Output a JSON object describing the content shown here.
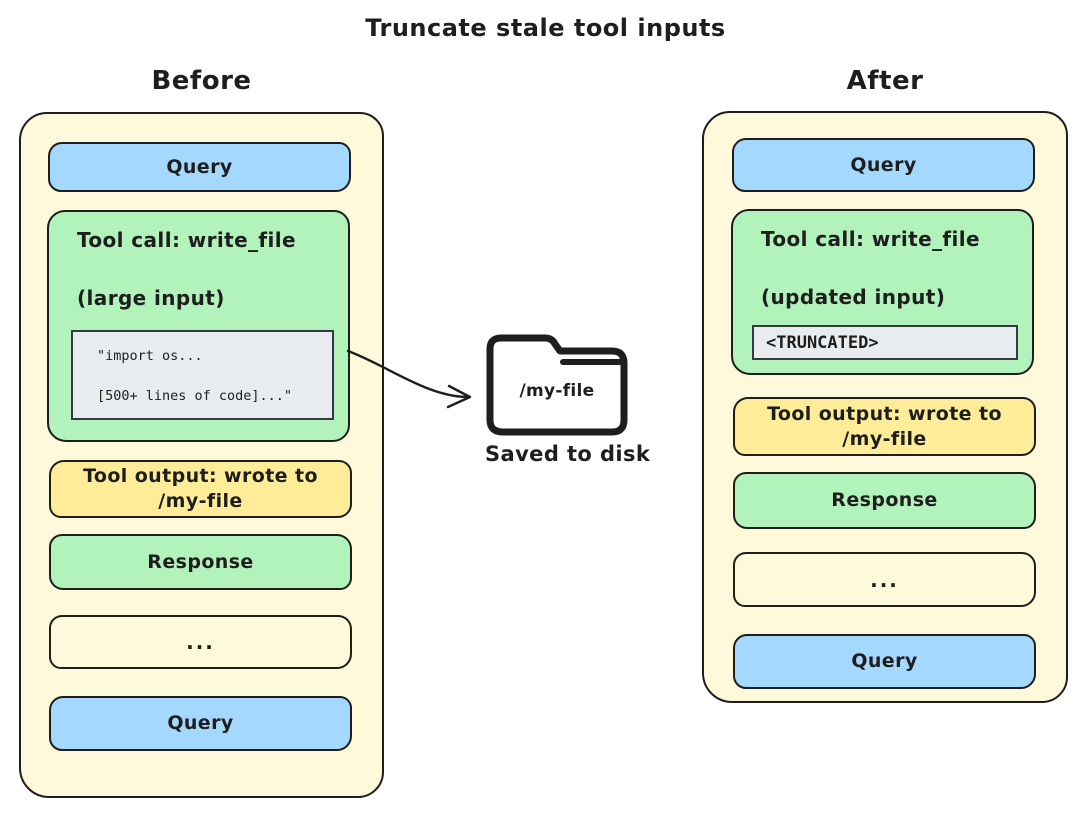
{
  "title": "Truncate stale tool inputs",
  "colors": {
    "panel_fill": "#fff9db",
    "query_fill": "#a5d8ff",
    "tool_call_fill": "#b2f2bb",
    "tool_output_fill": "#ffec99",
    "code_fill": "#e9ecef",
    "stroke": "#1e1e1e"
  },
  "before": {
    "heading": "Before",
    "query_top": "Query",
    "tool_call_title": "Tool call: write_file",
    "tool_call_subtitle": "(large input)",
    "code_line_1": "\"import os...",
    "code_line_2": "[500+ lines of code]...\"",
    "tool_output": "Tool output: wrote to /my-file",
    "response": "Response",
    "ellipsis": "...",
    "query_bottom": "Query"
  },
  "after": {
    "heading": "After",
    "query_top": "Query",
    "tool_call_title": "Tool call: write_file",
    "tool_call_subtitle": "(updated input)",
    "truncated_marker": "<TRUNCATED>",
    "tool_output": "Tool output: wrote to /my-file",
    "response": "Response",
    "ellipsis": "...",
    "query_bottom": "Query"
  },
  "disk": {
    "file_label": "/my-file",
    "caption": "Saved to disk"
  }
}
